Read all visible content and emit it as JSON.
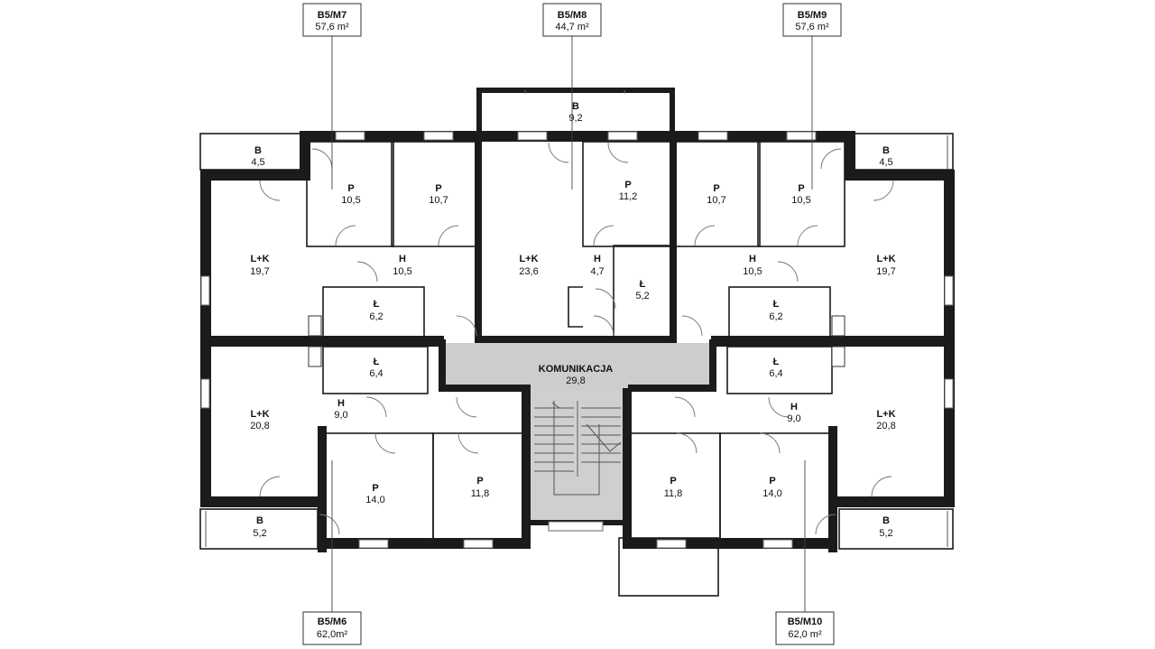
{
  "units": [
    {
      "id": "m7",
      "code": "B5/M7",
      "area": "57,6 m²"
    },
    {
      "id": "m8",
      "code": "B5/M8",
      "area": "44,7 m²"
    },
    {
      "id": "m9",
      "code": "B5/M9",
      "area": "57,6 m²"
    },
    {
      "id": "m6",
      "code": "B5/M6",
      "area": "62,0m²"
    },
    {
      "id": "m10",
      "code": "B5/M10",
      "area": "62,0 m²"
    }
  ],
  "rooms": {
    "b_top": {
      "label": "B",
      "area": "9,2"
    },
    "b_m7": {
      "label": "B",
      "area": "4,5"
    },
    "b_m9": {
      "label": "B",
      "area": "4,5"
    },
    "p_m7_a": {
      "label": "P",
      "area": "10,5"
    },
    "p_m7_b": {
      "label": "P",
      "area": "10,7"
    },
    "p_m8": {
      "label": "P",
      "area": "11,2"
    },
    "p_m9_a": {
      "label": "P",
      "area": "10,7"
    },
    "p_m9_b": {
      "label": "P",
      "area": "10,5"
    },
    "lk_m7": {
      "label": "L+K",
      "area": "19,7"
    },
    "h_m7": {
      "label": "H",
      "area": "10,5"
    },
    "lk_m8": {
      "label": "L+K",
      "area": "23,6"
    },
    "h_m8": {
      "label": "H",
      "area": "4,7"
    },
    "l_m8": {
      "label": "Ł",
      "area": "5,2"
    },
    "h_m9": {
      "label": "H",
      "area": "10,5"
    },
    "lk_m9": {
      "label": "L+K",
      "area": "19,7"
    },
    "l_m7": {
      "label": "Ł",
      "area": "6,2"
    },
    "l_m9": {
      "label": "Ł",
      "area": "6,2"
    },
    "komunikacja": {
      "label": "KOMUNIKACJA",
      "area": "29,8"
    },
    "l_m6": {
      "label": "Ł",
      "area": "6,4"
    },
    "l_m10": {
      "label": "Ł",
      "area": "6,4"
    },
    "lk_m6": {
      "label": "L+K",
      "area": "20,8"
    },
    "h_m6": {
      "label": "H",
      "area": "9,0"
    },
    "h_m10": {
      "label": "H",
      "area": "9,0"
    },
    "lk_m10": {
      "label": "L+K",
      "area": "20,8"
    },
    "p_m6_a": {
      "label": "P",
      "area": "14,0"
    },
    "p_m6_b": {
      "label": "P",
      "area": "11,8"
    },
    "p_m10_a": {
      "label": "P",
      "area": "11,8"
    },
    "p_m10_b": {
      "label": "P",
      "area": "14,0"
    },
    "b_m6": {
      "label": "B",
      "area": "5,2"
    },
    "b_m10": {
      "label": "B",
      "area": "5,2"
    }
  }
}
